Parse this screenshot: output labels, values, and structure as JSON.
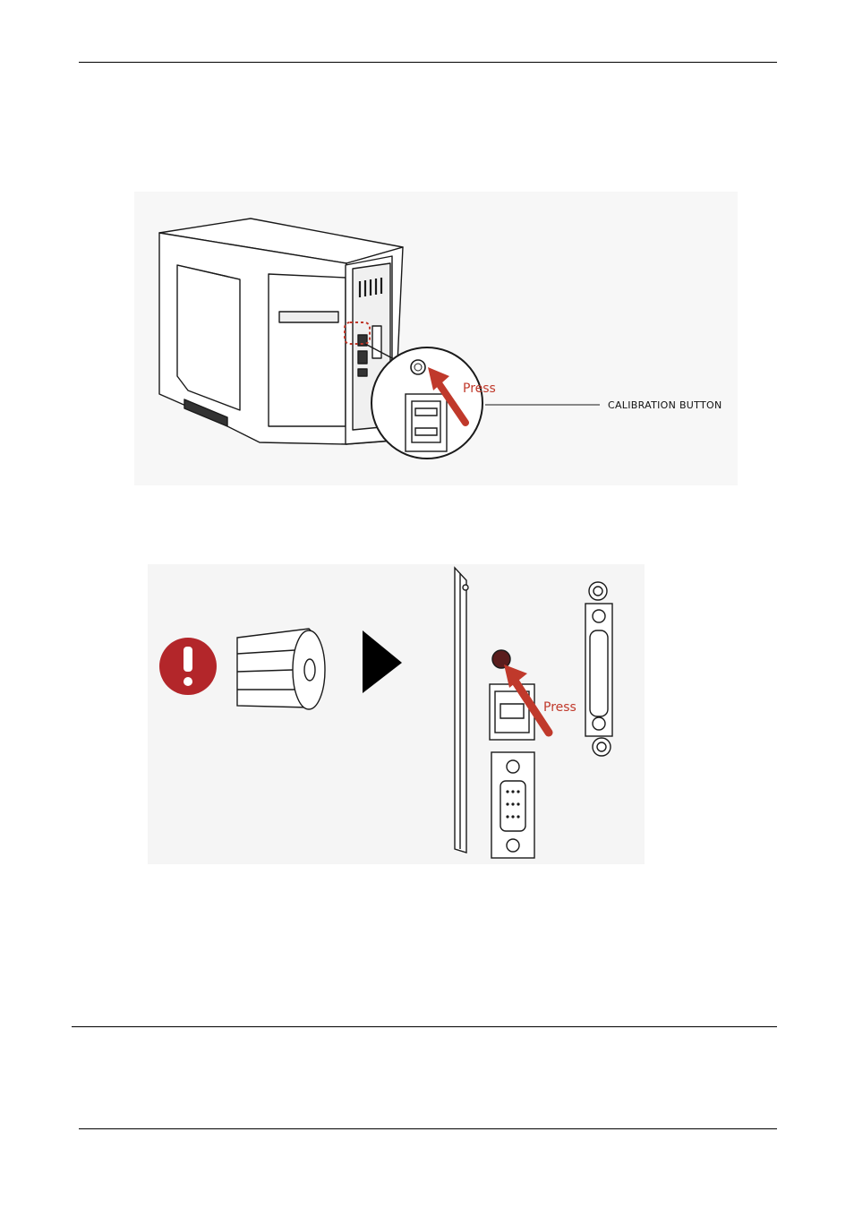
{
  "figure1": {
    "press_label": "Press",
    "callout_label": "CALIBRATION BUTTON"
  },
  "figure2": {
    "press_label": "Press"
  },
  "colors": {
    "accent_red": "#c0392b",
    "warning_red": "#b3262a",
    "line": "#1a1a1a"
  }
}
